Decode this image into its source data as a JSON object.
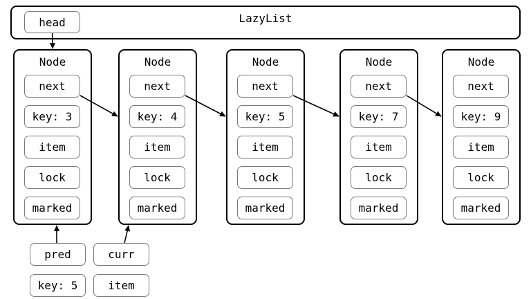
{
  "list": {
    "title": "LazyList",
    "head_label": "head"
  },
  "nodes": [
    {
      "title": "Node",
      "fields": [
        "next",
        "key: 3",
        "item",
        "lock",
        "marked"
      ]
    },
    {
      "title": "Node",
      "fields": [
        "next",
        "key: 4",
        "item",
        "lock",
        "marked"
      ]
    },
    {
      "title": "Node",
      "fields": [
        "next",
        "key: 5",
        "item",
        "lock",
        "marked"
      ]
    },
    {
      "title": "Node",
      "fields": [
        "next",
        "key: 7",
        "item",
        "lock",
        "marked"
      ]
    },
    {
      "title": "Node",
      "fields": [
        "next",
        "key: 9",
        "item",
        "lock",
        "marked"
      ]
    }
  ],
  "pointers": {
    "pred": "pred",
    "curr": "curr",
    "search_key": "key: 5",
    "search_item": "item"
  }
}
